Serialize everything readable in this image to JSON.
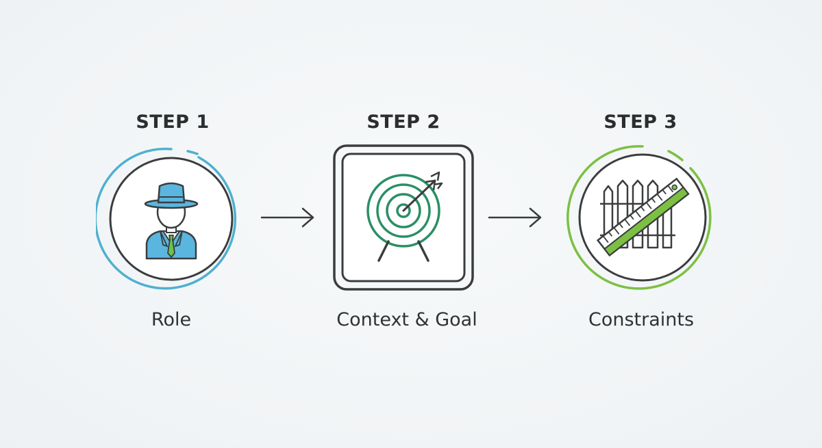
{
  "steps": [
    {
      "title": "STEP 1",
      "label": "Role",
      "icon": "role-person-hat-icon",
      "accent": "#4fb0d0"
    },
    {
      "title": "STEP 2",
      "label": "Context & Goal",
      "icon": "target-arrow-icon",
      "accent": "#2a8f64"
    },
    {
      "title": "STEP 3",
      "label": "Constraints",
      "icon": "fence-ruler-icon",
      "accent": "#7cc043"
    }
  ],
  "connectors": [
    "arrow-right-icon",
    "arrow-right-icon"
  ],
  "colors": {
    "outline": "#3a3c3e",
    "step1_accent": "#4fb0d0",
    "step2_accent": "#2a8f64",
    "step3_accent": "#7cc043",
    "person_fill": "#5ab6df"
  }
}
